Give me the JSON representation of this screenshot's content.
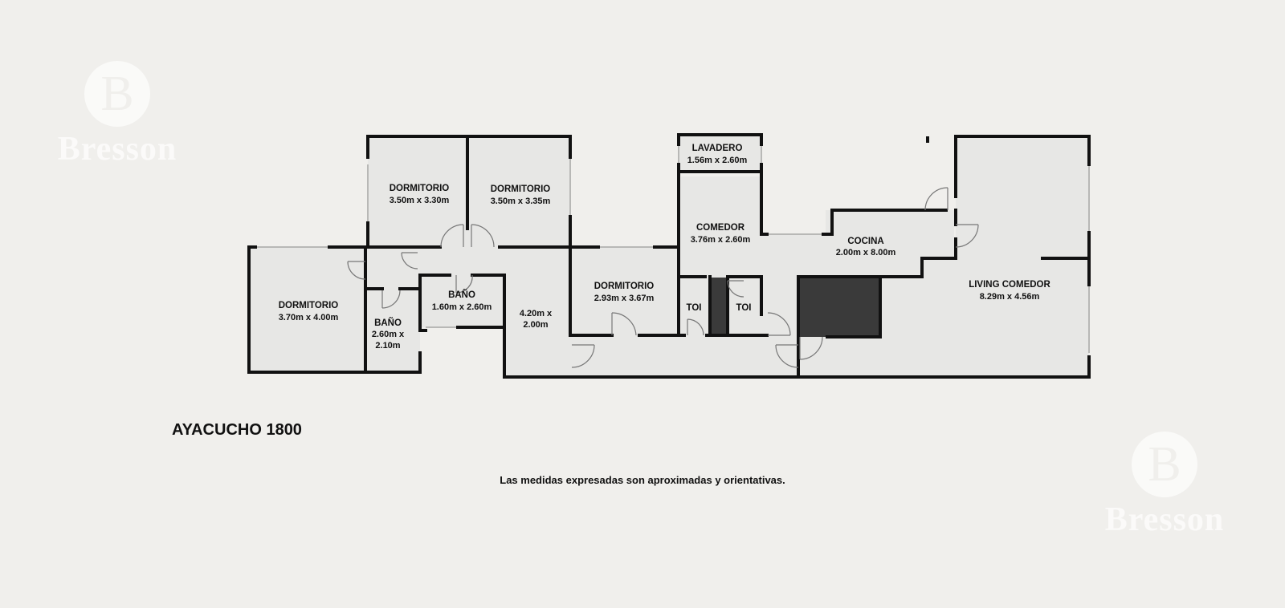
{
  "property_title": "AYACUCHO 1800",
  "disclaimer": "Las medidas expresadas son aproximadas y orientativas.",
  "watermark": {
    "letter": "B",
    "brand": "Bresson"
  },
  "rooms": {
    "dormitorio_1": {
      "name": "DORMITORIO",
      "dims": "3.50m x 3.30m"
    },
    "dormitorio_2": {
      "name": "DORMITORIO",
      "dims": "3.50m x 3.35m"
    },
    "dormitorio_3": {
      "name": "DORMITORIO",
      "dims": "3.70m x 4.00m"
    },
    "bano_1": {
      "name": "BAÑO",
      "dims": "1.60m x 2.60m"
    },
    "bano_2": {
      "name": "BAÑO",
      "dims_line1": "2.60m x",
      "dims_line2": "2.10m"
    },
    "pasillo": {
      "dims_line1": "4.20m x",
      "dims_line2": "2.00m"
    },
    "dormitorio_4": {
      "name": "DORMITORIO",
      "dims": "2.93m x 3.67m"
    },
    "lavadero": {
      "name": "LAVADERO",
      "dims": "1.56m x 2.60m"
    },
    "comedor": {
      "name": "COMEDOR",
      "dims": "3.76m x 2.60m"
    },
    "toi_1": {
      "name": "TOI"
    },
    "toi_2": {
      "name": "TOI"
    },
    "cocina": {
      "name": "COCINA",
      "dims": "2.00m x 8.00m"
    },
    "living": {
      "name": "LIVING COMEDOR",
      "dims": "8.29m x 4.56m"
    }
  },
  "colors": {
    "wall": "#111111",
    "floor": "#e7e7e5",
    "background": "#f0efec",
    "core": "#3a3a3a"
  }
}
